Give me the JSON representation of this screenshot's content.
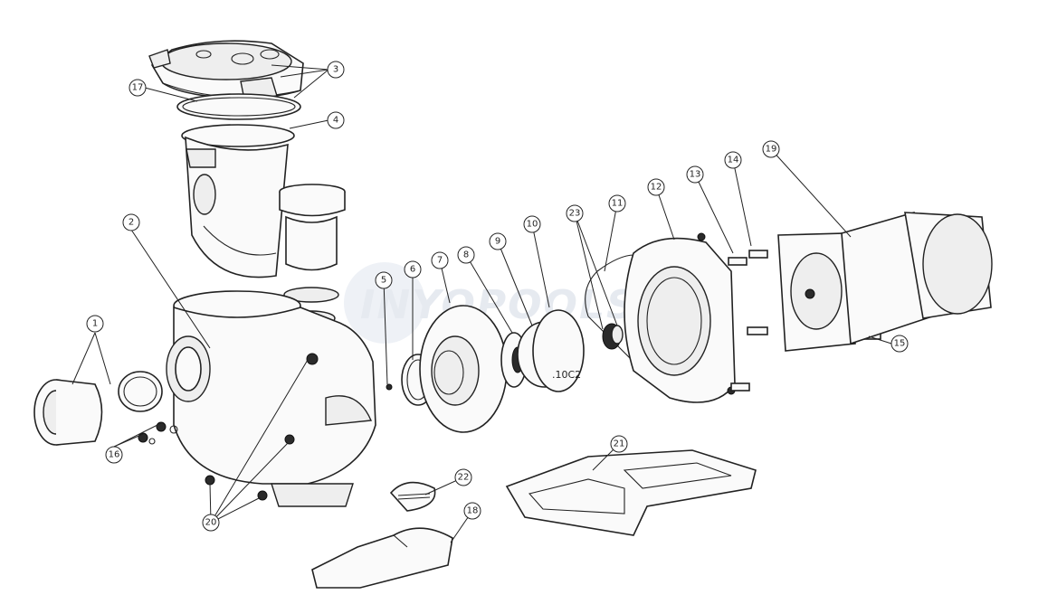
{
  "watermark": "INYOPOOLS",
  "impeller_marking": ".10C2",
  "callouts": [
    "1",
    "2",
    "3",
    "4",
    "5",
    "6",
    "7",
    "8",
    "9",
    "10",
    "11",
    "12",
    "13",
    "14",
    "15",
    "16",
    "17",
    "18",
    "19",
    "20",
    "21",
    "22",
    "23"
  ]
}
